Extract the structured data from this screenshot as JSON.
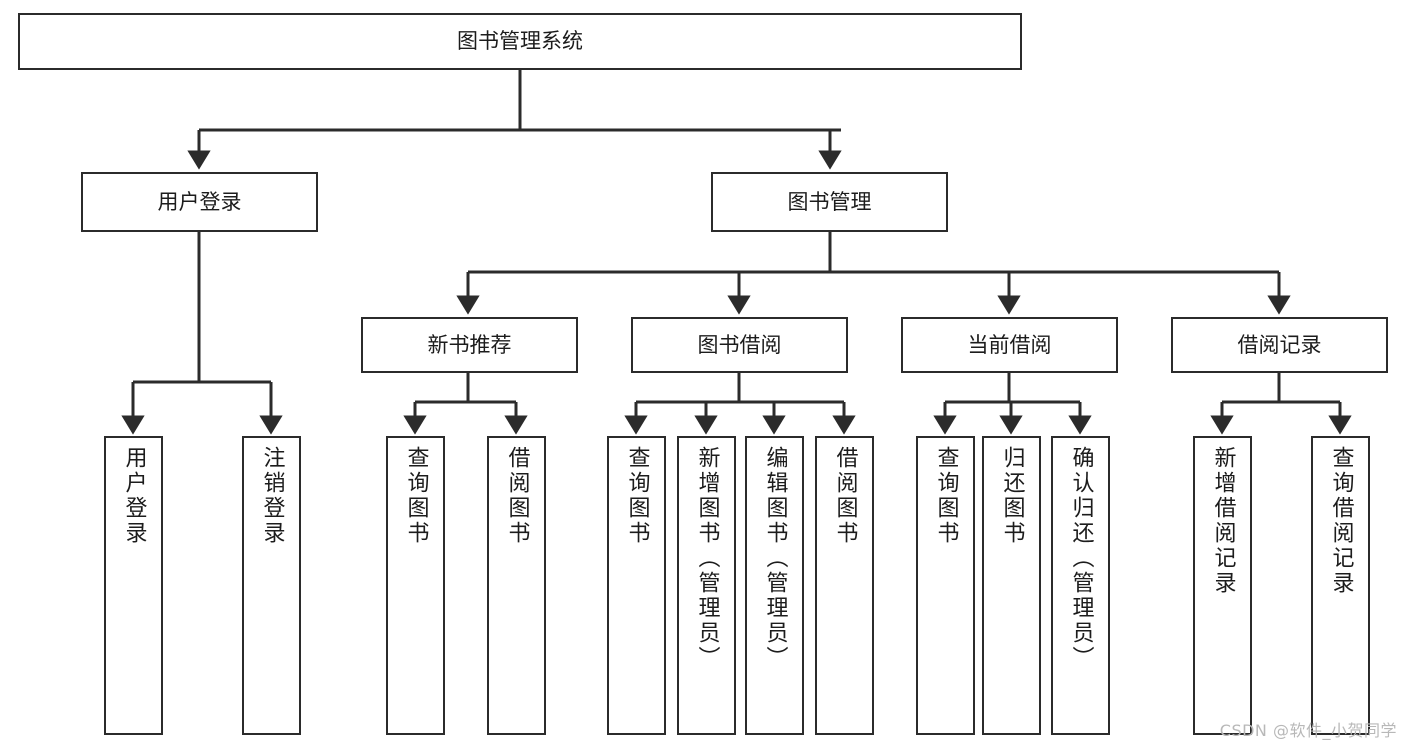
{
  "diagram": {
    "type": "tree-hierarchy-flowchart",
    "title": "图书管理系统",
    "colors": {
      "stroke": "#2b2b2b",
      "fill": "#ffffff",
      "text": "#1c1c1c",
      "watermark": "#b8b8b8"
    },
    "root": {
      "label": "图书管理系统"
    },
    "level2": [
      {
        "label": "用户登录"
      },
      {
        "label": "图书管理"
      }
    ],
    "level3": [
      {
        "label": "新书推荐"
      },
      {
        "label": "图书借阅"
      },
      {
        "label": "当前借阅"
      },
      {
        "label": "借阅记录"
      }
    ],
    "leaves": {
      "user_login": [
        {
          "label": "用户登录"
        },
        {
          "label": "注销登录"
        }
      ],
      "new_book_recommend": [
        {
          "label": "查询图书"
        },
        {
          "label": "借阅图书"
        }
      ],
      "book_borrow": [
        {
          "label": "查询图书"
        },
        {
          "label": "新增图书（管理员）"
        },
        {
          "label": "编辑图书（管理员）"
        },
        {
          "label": "借阅图书"
        }
      ],
      "current_borrow": [
        {
          "label": "查询图书"
        },
        {
          "label": "归还图书"
        },
        {
          "label": "确认归还（管理员）"
        }
      ],
      "borrow_records": [
        {
          "label": "新增借阅记录"
        },
        {
          "label": "查询借阅记录"
        }
      ]
    },
    "watermark": "CSDN @软件_小贺同学"
  }
}
